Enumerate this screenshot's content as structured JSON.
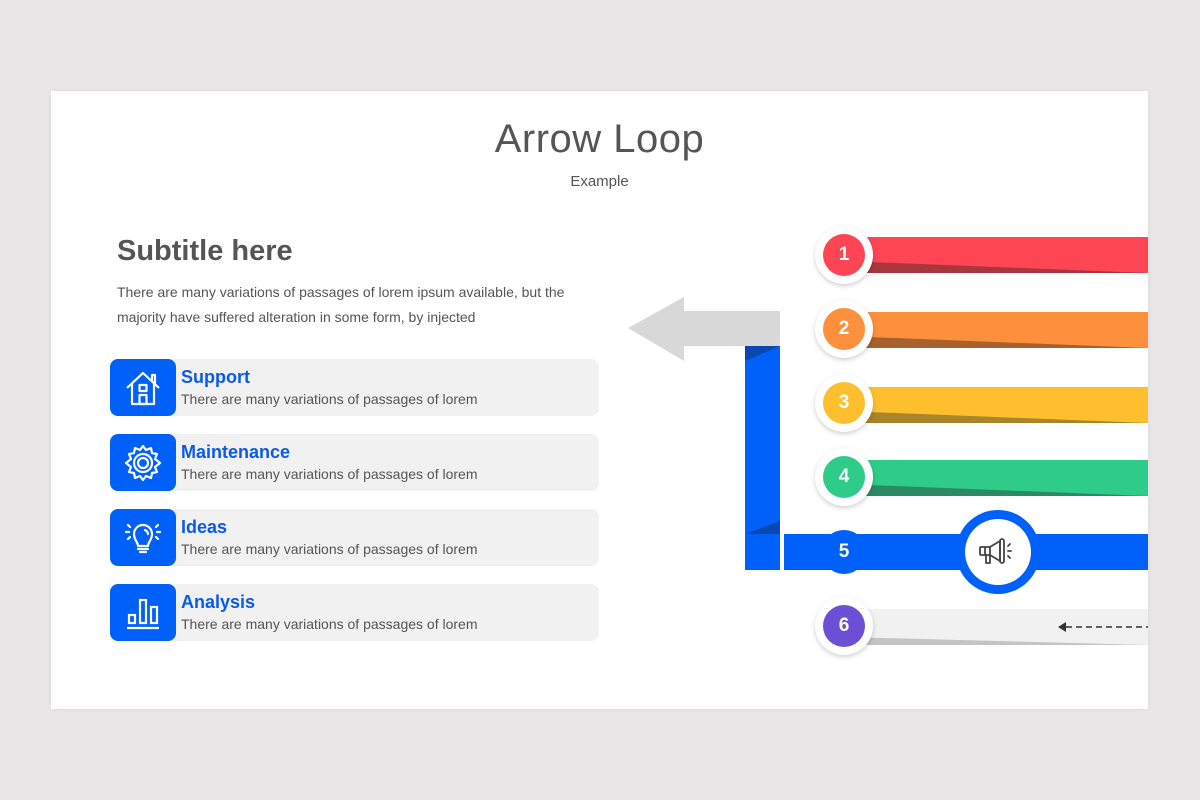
{
  "header": {
    "title": "Arrow Loop",
    "subtitle": "Example"
  },
  "intro": {
    "heading": "Subtitle here",
    "description": "There are many variations of passages of lorem ipsum available, but the majority have suffered alteration in some form, by injected"
  },
  "items": [
    {
      "title": "Support",
      "text": "There are many variations of passages of lorem",
      "icon": "house-icon"
    },
    {
      "title": "Maintenance",
      "text": "There are many variations of passages of lorem",
      "icon": "gear-icon"
    },
    {
      "title": "Ideas",
      "text": "There are many variations of passages of lorem",
      "icon": "lightbulb-icon"
    },
    {
      "title": "Analysis",
      "text": "There are many variations of passages of lorem",
      "icon": "bar-chart-icon"
    }
  ],
  "steps": [
    {
      "number": "1",
      "color": "#fe4554",
      "shade": "#a8363f"
    },
    {
      "number": "2",
      "color": "#fe8f3c",
      "shade": "#a8612e"
    },
    {
      "number": "3",
      "color": "#fdbf2e",
      "shade": "#a8842a"
    },
    {
      "number": "4",
      "color": "#2ecb8a",
      "shade": "#2b8a63"
    },
    {
      "number": "5",
      "color": "#0060fa",
      "icon": "megaphone-icon"
    },
    {
      "number": "6",
      "color": "#6d4fd6",
      "band": "#f1f1f1"
    }
  ],
  "colors": {
    "accent_blue": "#0060fa",
    "text_gray": "#555555",
    "arrow_gray": "#d8d8d8",
    "card_bg": "#f1f1f1"
  }
}
